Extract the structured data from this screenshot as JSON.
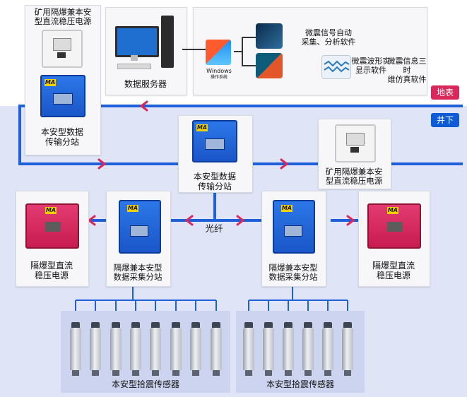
{
  "labels": {
    "power_top": "矿用隔爆兼本安\n型直流稳压电源",
    "transfer_left": "本安型数据\n传输分站",
    "server": "数据服务器",
    "windows_label": "Windows",
    "windows_sub": "操作系统",
    "software1": "微震信号自动\n采集、分析软件",
    "software2": "微震波形实\n显示软件",
    "software3": "微震信息三时\n维仿真软件",
    "surface_tag": "地表",
    "underground_tag": "井下",
    "transfer_center": "本安型数据\n传输分站",
    "power_right": "矿用隔爆兼本安\n型直流稳压电源",
    "fiber": "光纤",
    "power_left_bottom": "隔爆型直流\n稳压电源",
    "collect_left": "隔爆兼本安型\n数据采集分站",
    "collect_right": "隔爆兼本安型\n数据采集分站",
    "power_right_bottom": "隔爆型直流\n稳压电源",
    "sensors_left": "本安型拾震传感器",
    "sensors_right": "本安型拾震传感器",
    "ma_mark": "MA"
  },
  "colors": {
    "surface_tag": "#d9285c",
    "underground_tag": "#0f5bd6",
    "fiber_line": "#1f5fd8",
    "arrow": "#d9285c",
    "underground_bg": "#dfe4f7"
  }
}
